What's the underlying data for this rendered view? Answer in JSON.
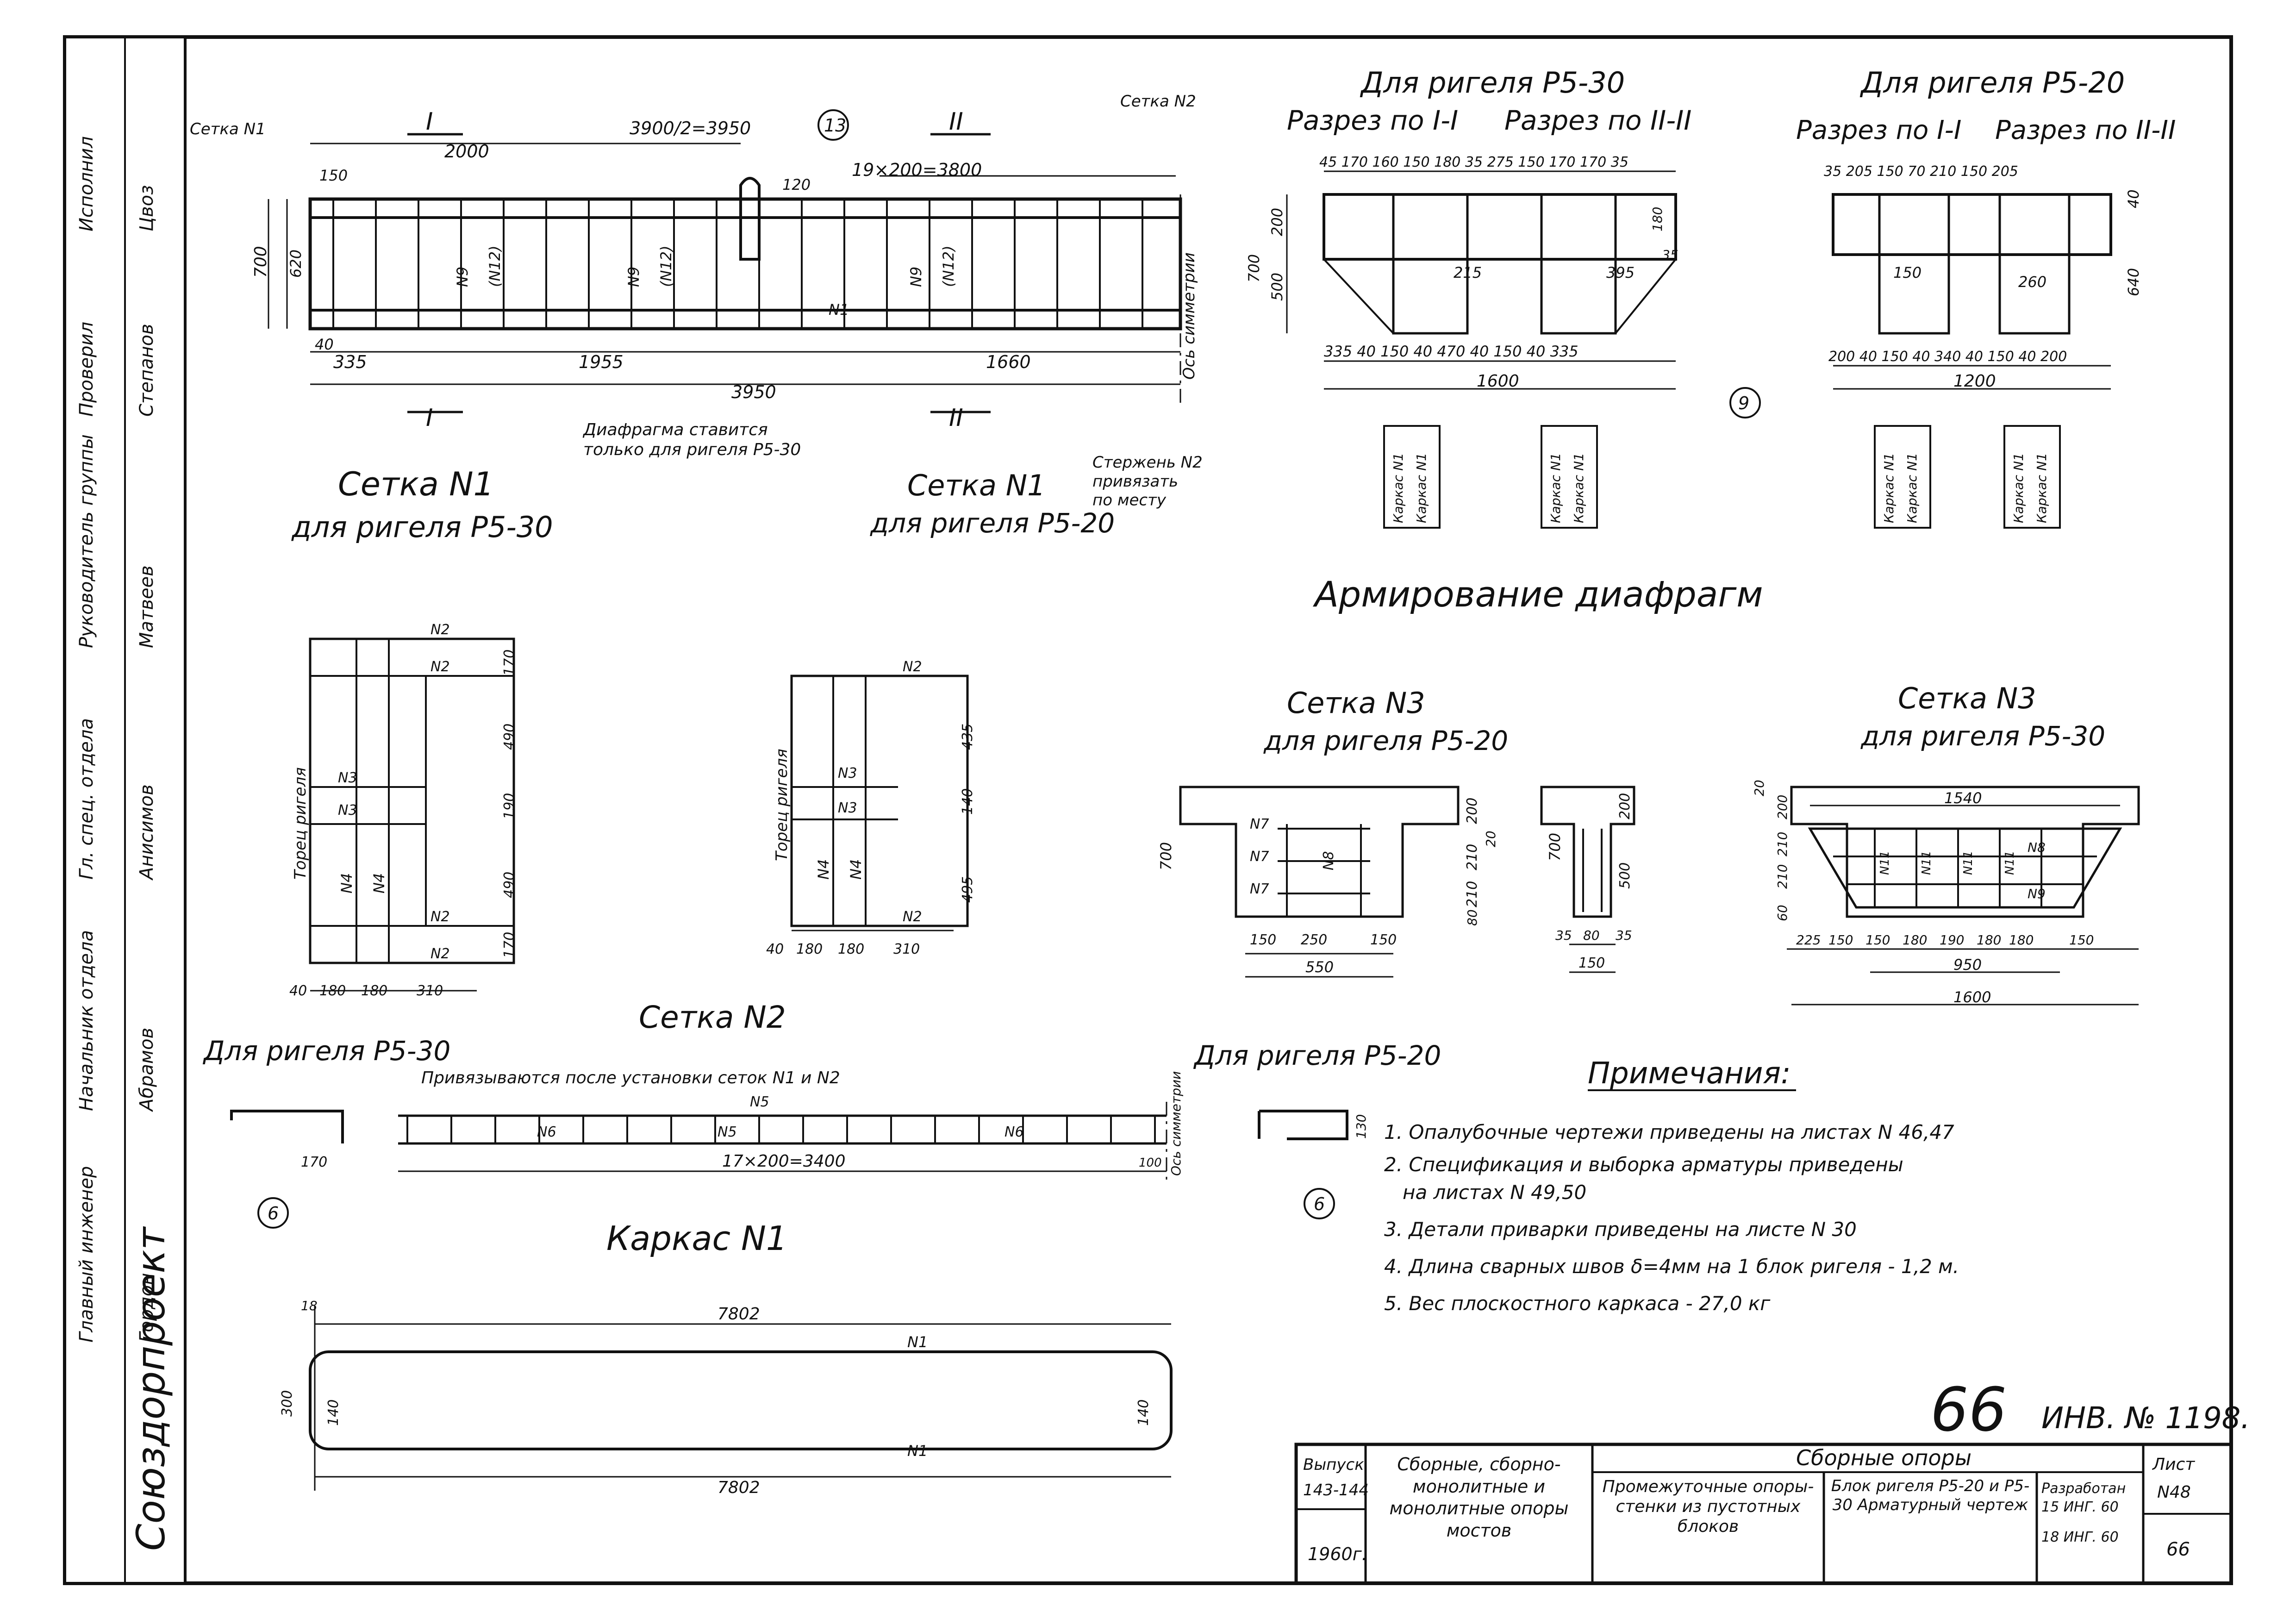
{
  "beam": {
    "title_p530": "Для ригеля Р5-30",
    "title_p520": "Для ригеля Р5-20",
    "section_11": "Разрез по I-I",
    "section_22": "Разрез по II-II",
    "mark_I": "I",
    "mark_II": "II",
    "callout_13": "13",
    "callout_9": "9",
    "callout_6": "6",
    "label_setka_n1": "Сетка N1",
    "label_setka_n2": "Сетка N2",
    "dim_3900": "3900/2=3950",
    "dim_2000": "2000",
    "dim_19x200": "19×200=3800",
    "dim_335": "335",
    "dim_1955": "1955",
    "dim_1660": "1660",
    "dim_3950": "3950",
    "dim_40": "40",
    "dim_150": "150",
    "dim_120": "120",
    "dim_620": "620",
    "dim_700": "700",
    "axis_sym": "Ось симметрии",
    "note_diaphragm": "Диафрагма ставится\nтолько для ригеля Р5-30",
    "note_rod": "Стержень N2\nпривязать\nпо месту",
    "bar_n9": "N9",
    "bar_n12": "(N12)",
    "bar_n1": "N1"
  },
  "sections_p530": {
    "top_dims": "45 170 160 150 180 35 275   150 170 170 35",
    "bottom_dims": "335 40 150 40 470 40 150 40 335",
    "width": "1600",
    "d_200": "200",
    "d_500": "500",
    "d_700": "700",
    "d_215": "215",
    "d_395": "395",
    "d_180": "180",
    "d_35": "35",
    "karkas": "Каркас N1"
  },
  "sections_p520": {
    "top_dims": "35   205   150   70   210   150   205",
    "bottom_dims": "200 40 150 40 340 40 150 40 200",
    "width": "1200",
    "d_150": "150",
    "d_260": "260",
    "d_640": "640",
    "d_40": "40",
    "karkas": "Каркас N1"
  },
  "setka_n1": {
    "p530_title": "Сетка N1",
    "p530_subtitle": "для ригеля Р5-30",
    "p520_title": "Сетка N1",
    "p520_subtitle": "для ригеля Р5-20",
    "torec": "Торец ригеля",
    "n2": "N2",
    "n3": "N3",
    "n4": "N4",
    "d_170": "170",
    "d_490": "490",
    "d_190": "190",
    "d_435": "435",
    "d_140": "140",
    "d_495": "495",
    "d_40": "40",
    "d_180": "180",
    "d_310": "310"
  },
  "diaphragm": {
    "heading": "Армирование диафрагм",
    "n3_p520_title": "Сетка N3",
    "n3_p520_subtitle": "для ригеля Р5-20",
    "n3_p530_title": "Сетка N3",
    "n3_p530_subtitle": "для ригеля Р5-30",
    "n7": "N7",
    "n8": "N8",
    "n9": "N9",
    "n11": "N11",
    "d_150": "150",
    "d_250": "250",
    "d_550": "550",
    "d_700": "700",
    "d_200": "200",
    "d_210": "210",
    "d_500": "500",
    "d_80": "80",
    "d_35": "35",
    "d_1540": "1540",
    "d_950": "950",
    "d_1600": "1600",
    "d_225": "225",
    "d_180": "180",
    "d_190": "190",
    "d_60": "60",
    "d_20": "20"
  },
  "setka_n2": {
    "title": "Сетка N2",
    "p530": "Для ригеля Р5-30",
    "p520": "Для ригеля Р5-20",
    "note": "Привязываются после установки сеток N1 и N2",
    "n5": "N5",
    "n6": "N6",
    "dim": "17×200=3400",
    "d_170": "170",
    "d_130": "130",
    "d_100": "100",
    "axis": "Ось симметрии"
  },
  "karkas": {
    "title": "Каркас N1",
    "length": "7802",
    "n1": "N1",
    "d_18": "18",
    "d_300": "300",
    "d_140": "140"
  },
  "notes": {
    "heading": "Примечания:",
    "items": [
      "1. Опалубочные чертежи приведены на листах N 46,47",
      "2. Спецификация и выборка арматуры приведены",
      "на листах N 49,50",
      "3. Детали приварки приведены на листе N 30",
      "4. Длина сварных швов δ=4мм на 1 блок ригеля - 1,2 м.",
      "5. Вес плоскостного каркаса - 27,0 кг"
    ]
  },
  "page_number": "66",
  "inv": "ИНВ. № 1198.",
  "stamp": {
    "vypusk_label": "Выпуск",
    "vypusk": "143-144",
    "year": "1960г.",
    "series": "Сборные, сборно-монолитные и монолитные опоры мостов",
    "section": "Сборные опоры",
    "subject": "Промежуточные опоры-стенки из пустотных блоков",
    "sheet_title": "Блок ригеля Р5-20 и Р5-30 Арматурный чертеж",
    "developed_label": "Разработан",
    "developed": "15 ИНГ. 60",
    "date": "18 ИНГ. 60",
    "sheet_label": "Лист",
    "sheet_no": "N48",
    "page": "66"
  },
  "side_strip": {
    "org": "Союздорпроект",
    "lines": [
      "Главный инженер",
      "Начальник отдела",
      "Гл. спец. отдела",
      "Руководитель группы",
      "Проверил",
      "Исполнил"
    ],
    "names": [
      "Гордон",
      "Абрамов",
      "Анисимов",
      "Матвеев",
      "Степанов",
      "Цвоз"
    ]
  },
  "colors": {
    "ink": "#111111",
    "paper": "#ffffff"
  }
}
